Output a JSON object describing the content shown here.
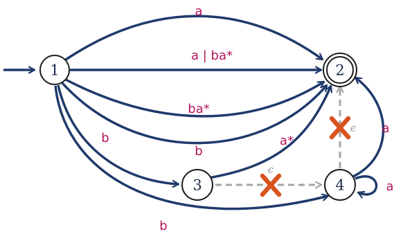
{
  "colors": {
    "edge": "#1f3a6b",
    "label": "#b5145b",
    "removed_edge": "#a5a5a5",
    "cross": "#d9531e",
    "state_stroke": "#1b1b1b",
    "state_fill": "#ffffff"
  },
  "states": [
    {
      "id": "1",
      "label": "1",
      "start": true,
      "accepting": false
    },
    {
      "id": "2",
      "label": "2",
      "start": false,
      "accepting": true
    },
    {
      "id": "3",
      "label": "3",
      "start": false,
      "accepting": false
    },
    {
      "id": "4",
      "label": "4",
      "start": false,
      "accepting": false
    }
  ],
  "transitions": [
    {
      "id": "t-1-2-top",
      "from": "1",
      "to": "2",
      "label": "a",
      "removed": false
    },
    {
      "id": "t-1-2-merged",
      "from": "1",
      "to": "2",
      "label": "a | ba*",
      "removed": false
    },
    {
      "id": "t-1-2-bastar",
      "from": "1",
      "to": "2",
      "label": "ba*",
      "removed": false
    },
    {
      "id": "t-1-2-b",
      "from": "1",
      "to": "2",
      "label": "b",
      "removed": false
    },
    {
      "id": "t-1-3",
      "from": "1",
      "to": "3",
      "label": "b",
      "removed": false
    },
    {
      "id": "t-1-4",
      "from": "1",
      "to": "4",
      "label": "b",
      "removed": false
    },
    {
      "id": "t-3-2",
      "from": "3",
      "to": "2",
      "label": "a*",
      "removed": false
    },
    {
      "id": "t-3-4",
      "from": "3",
      "to": "4",
      "label": "ϵ",
      "removed": true
    },
    {
      "id": "t-4-2-eps",
      "from": "4",
      "to": "2",
      "label": "ϵ",
      "removed": true
    },
    {
      "id": "t-4-2-a",
      "from": "4",
      "to": "2",
      "label": "a",
      "removed": false
    },
    {
      "id": "t-4-4",
      "from": "4",
      "to": "4",
      "label": "a",
      "removed": false
    }
  ]
}
